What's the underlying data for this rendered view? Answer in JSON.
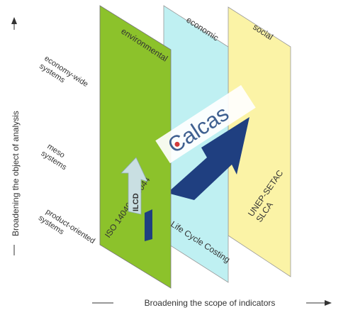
{
  "axes": {
    "vertical_label": "Broadening the object of analysis",
    "horizontal_label": "Broadening the scope of indicators"
  },
  "levels": [
    {
      "line1": "economy-wide",
      "line2": "systems"
    },
    {
      "line1": "meso",
      "line2": "systems"
    },
    {
      "line1": "product-oriented",
      "line2": "systems"
    }
  ],
  "panels": [
    {
      "title": "environmental",
      "standard": "ISO 14040 - 14044",
      "color": "#8cc22b"
    },
    {
      "title": "economic",
      "standard": "Life Cycle Costing",
      "color": "#bff0f2"
    },
    {
      "title": "social",
      "standard_line1": "UNEP-SETAC",
      "standard_line2": "SLCA",
      "color": "#fbf3a6"
    }
  ],
  "ilcd_label": "ILCD",
  "calcas_label": "Calcas",
  "colors": {
    "navy": "#1f3f80",
    "ilcd_arrow": "#c9dfe2",
    "calcas_text": "#3f6090"
  }
}
